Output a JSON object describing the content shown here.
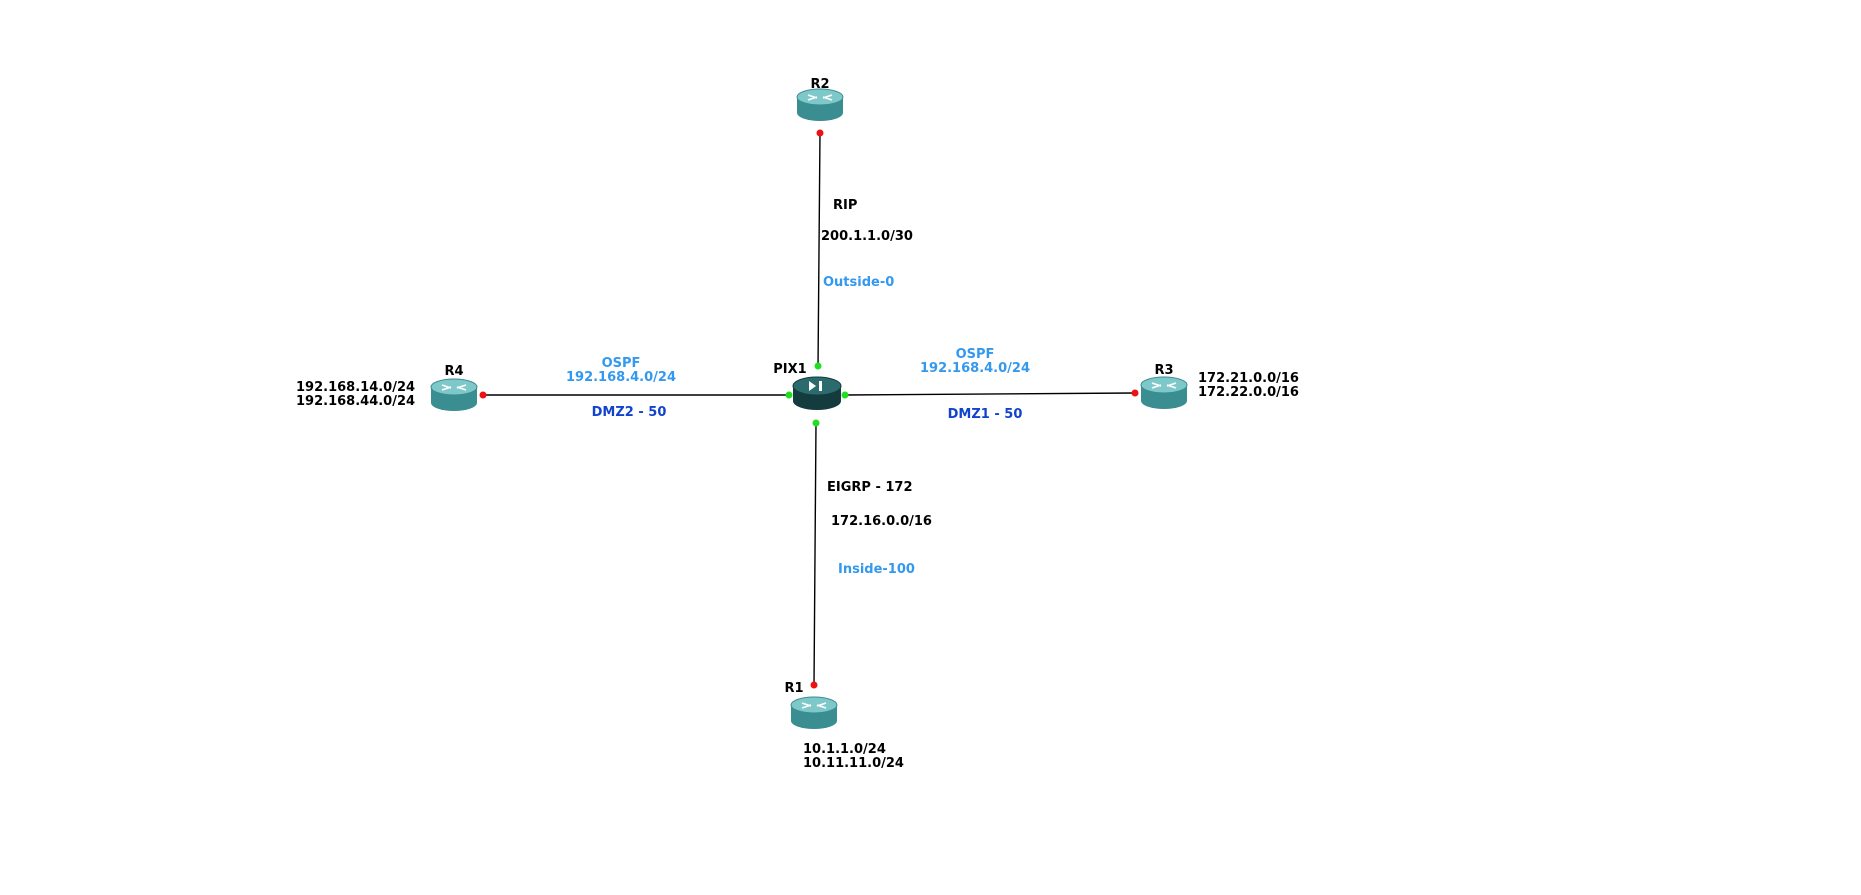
{
  "colors": {
    "background": "#ffffff",
    "link_line": "#000000",
    "port_up": "#22dd22",
    "port_down": "#ee1111",
    "text_black": "#000000",
    "text_light_blue": "#3399ee",
    "text_dark_blue": "#1144cc",
    "router_body": "#4a9a9c",
    "router_top": "#7cc4c6",
    "firewall_body": "#1f5456",
    "firewall_top": "#2f6f72"
  },
  "nodes": {
    "r2": {
      "label": "R2",
      "icon": "router-icon"
    },
    "r4": {
      "label": "R4",
      "icon": "router-icon"
    },
    "r3": {
      "label": "R3",
      "icon": "router-icon"
    },
    "r1": {
      "label": "R1",
      "icon": "router-icon"
    },
    "pix1": {
      "label": "PIX1",
      "icon": "firewall-icon"
    }
  },
  "links": {
    "pix1_r2": {
      "protocol": "RIP",
      "subnet": "200.1.1.0/30",
      "interface": "Outside-0"
    },
    "pix1_r4": {
      "protocol": "OSPF",
      "subnet": "192.168.4.0/24",
      "interface": "DMZ2 - 50"
    },
    "pix1_r3": {
      "protocol": "OSPF",
      "subnet": "192.168.4.0/24",
      "interface": "DMZ1 - 50"
    },
    "pix1_r1": {
      "protocol": "EIGRP - 172",
      "subnet": "172.16.0.0/16",
      "interface": "Inside-100"
    }
  },
  "networks": {
    "r4": [
      "192.168.14.0/24",
      "192.168.44.0/24"
    ],
    "r3": [
      "172.21.0.0/16",
      "172.22.0.0/16"
    ],
    "r1": [
      "10.1.1.0/24",
      "10.11.11.0/24"
    ]
  }
}
